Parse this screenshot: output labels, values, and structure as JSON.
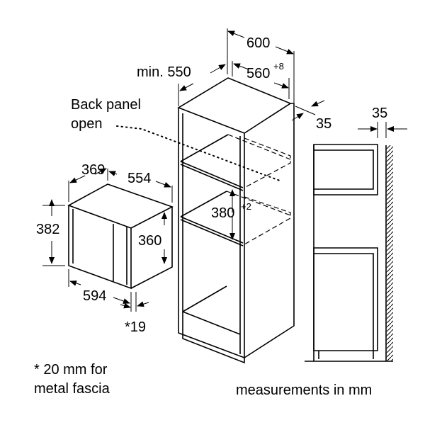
{
  "dimensions": {
    "cabinet_width": "600",
    "min_depth": "min. 550",
    "niche_width": "560",
    "niche_width_tol": "+8",
    "back_gap": "35",
    "niche_height": "380",
    "niche_height_tol": "+2",
    "side_gap": "35",
    "appliance_depth": "369",
    "appliance_side": "554",
    "appliance_height": "382",
    "appliance_inner_height": "360",
    "appliance_width": "594",
    "fascia_note_dim": "*19"
  },
  "labels": {
    "back_panel_line1": "Back panel",
    "back_panel_line2": "open",
    "footnote_line1": "* 20 mm for",
    "footnote_line2": "metal fascia",
    "units": "measurements in mm"
  }
}
